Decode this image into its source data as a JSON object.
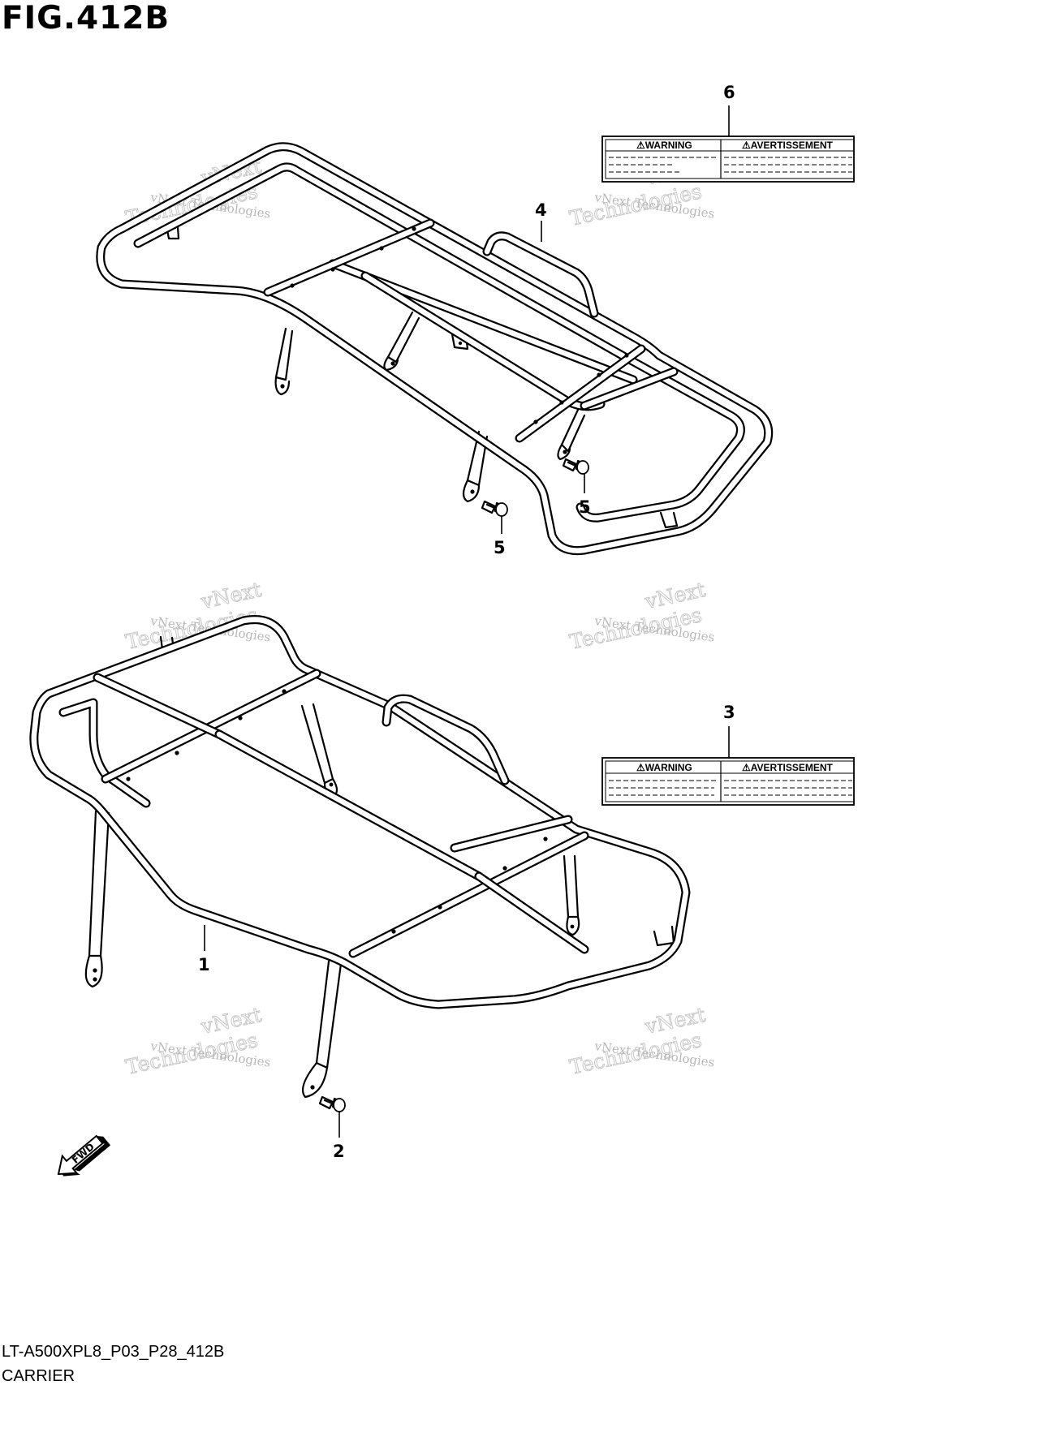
{
  "figure": {
    "title": "FIG.412B",
    "code": "LT-A500XPL8_P03_P28_412B",
    "name": "CARRIER"
  },
  "callouts": [
    {
      "id": "c6",
      "text": "6"
    },
    {
      "id": "c4",
      "text": "4"
    },
    {
      "id": "c5a",
      "text": "5"
    },
    {
      "id": "c5b",
      "text": "5"
    },
    {
      "id": "c3",
      "text": "3"
    },
    {
      "id": "c1",
      "text": "1"
    },
    {
      "id": "c2",
      "text": "2"
    }
  ],
  "labels": {
    "warning": "⚠WARNING",
    "avertissement": "⚠AVERTISSEMENT"
  },
  "watermark": {
    "line1": "vNext Technologies",
    "line2": "vNext",
    "line3": "Technologies"
  },
  "fwd_text": "FWD"
}
